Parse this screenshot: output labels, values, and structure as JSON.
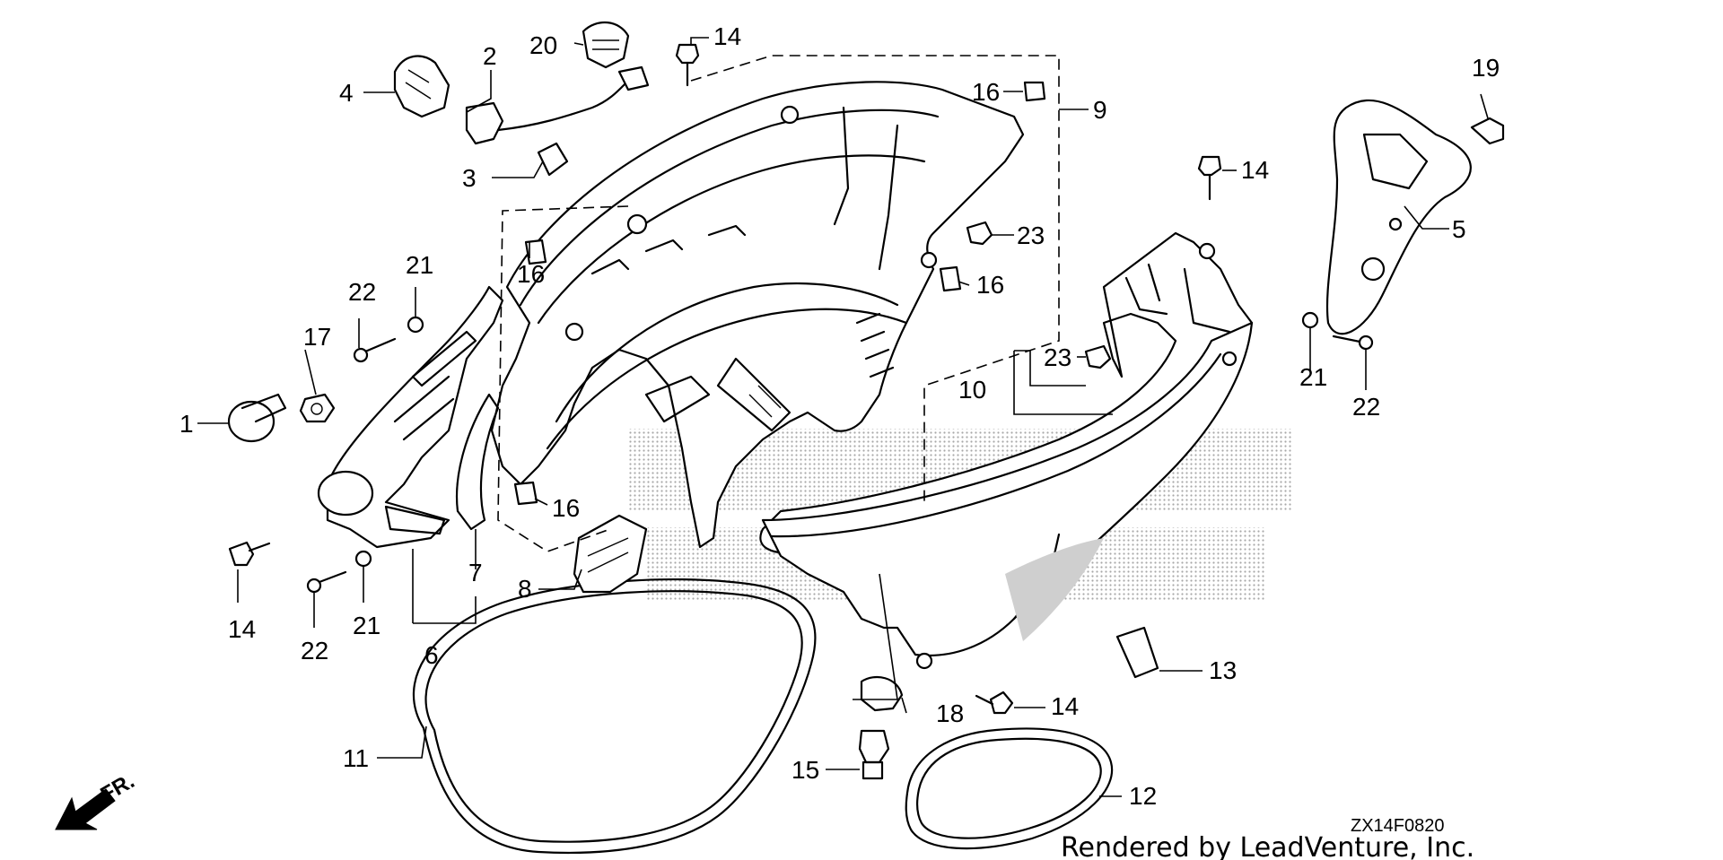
{
  "diagram": {
    "part_callouts": [
      "1",
      "2",
      "3",
      "4",
      "5",
      "6",
      "7",
      "8",
      "9",
      "10",
      "11",
      "12",
      "13",
      "14",
      "15",
      "16",
      "17",
      "18",
      "19",
      "20",
      "21",
      "22",
      "23"
    ],
    "diagram_code": "ZX14F0820",
    "front_indicator": "FR.",
    "credit": "Rendered by LeadVenture, Inc."
  },
  "colors": {
    "line": "#000000",
    "background": "#ffffff",
    "watermark": "#b0b0b0"
  }
}
